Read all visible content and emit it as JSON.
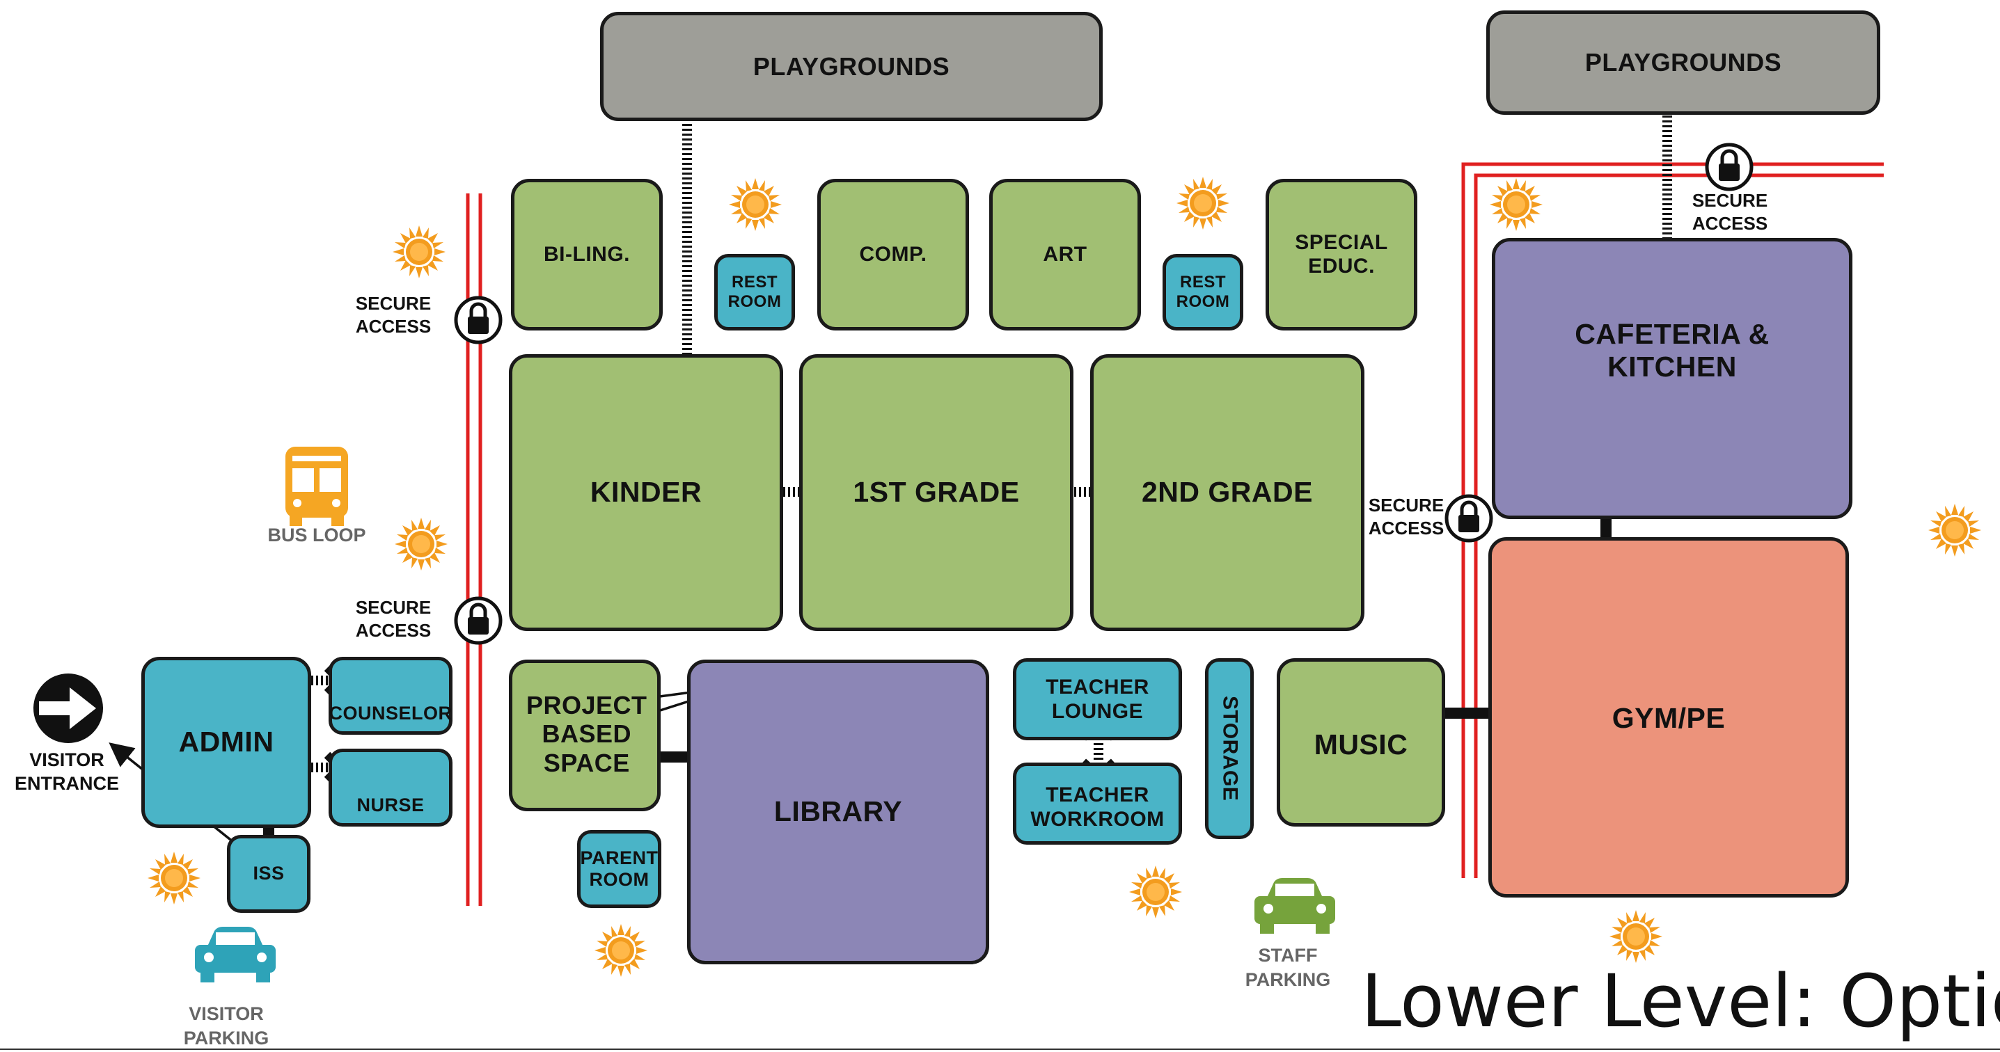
{
  "title": "Lower Level: Option",
  "playgrounds_left": "PLAYGROUNDS",
  "playgrounds_right": "PLAYGROUNDS",
  "rooms": {
    "biling": "BI-LING.",
    "restroom1": [
      "REST",
      "ROOM"
    ],
    "comp": "COMP.",
    "art": "ART",
    "restroom2": [
      "REST",
      "ROOM"
    ],
    "special_educ": [
      "SPECIAL",
      "EDUC."
    ],
    "kinder": "KINDER",
    "first_grade": "1ST GRADE",
    "second_grade": "2ND GRADE",
    "cafeteria": [
      "CAFETERIA &",
      "KITCHEN"
    ],
    "gym": "GYM/PE",
    "admin": "ADMIN",
    "counselor": "COUNSELOR",
    "nurse": "NURSE",
    "iss": "ISS",
    "project": [
      "PROJECT",
      "BASED",
      "SPACE"
    ],
    "parent": [
      "PARENT",
      "ROOM"
    ],
    "library": "LIBRARY",
    "teacher_lounge": [
      "TEACHER",
      "LOUNGE"
    ],
    "teacher_workroom": [
      "TEACHER",
      "WORKROOM"
    ],
    "storage": "STORAGE",
    "music": "MUSIC"
  },
  "secure_access": [
    "SECURE",
    "ACCESS"
  ],
  "bus_loop": "BUS LOOP",
  "visitor_entrance": [
    "VISITOR",
    "ENTRANCE"
  ],
  "visitor_parking": [
    "VISITOR",
    "PARKING"
  ],
  "staff_parking": [
    "STAFF",
    "PARKING"
  ],
  "colors": {
    "classroom_green": "#a1bf73",
    "support_blue": "#4ab4c7",
    "shared_purple": "#8c86b6",
    "playground_gray": "#9e9e98",
    "gym_salmon": "#ec937b",
    "secure_line_red": "#e02020",
    "sun_orange": "#f39c1e",
    "bus_orange": "#f5a623",
    "visitor_car_teal": "#2ea3b8",
    "staff_car_green": "#76a33c"
  },
  "icons": [
    "sun-icon",
    "lock-icon",
    "speaker-icon",
    "heat-icon",
    "eye-icon",
    "bus-icon",
    "car-icon",
    "entrance-arrow-icon"
  ]
}
